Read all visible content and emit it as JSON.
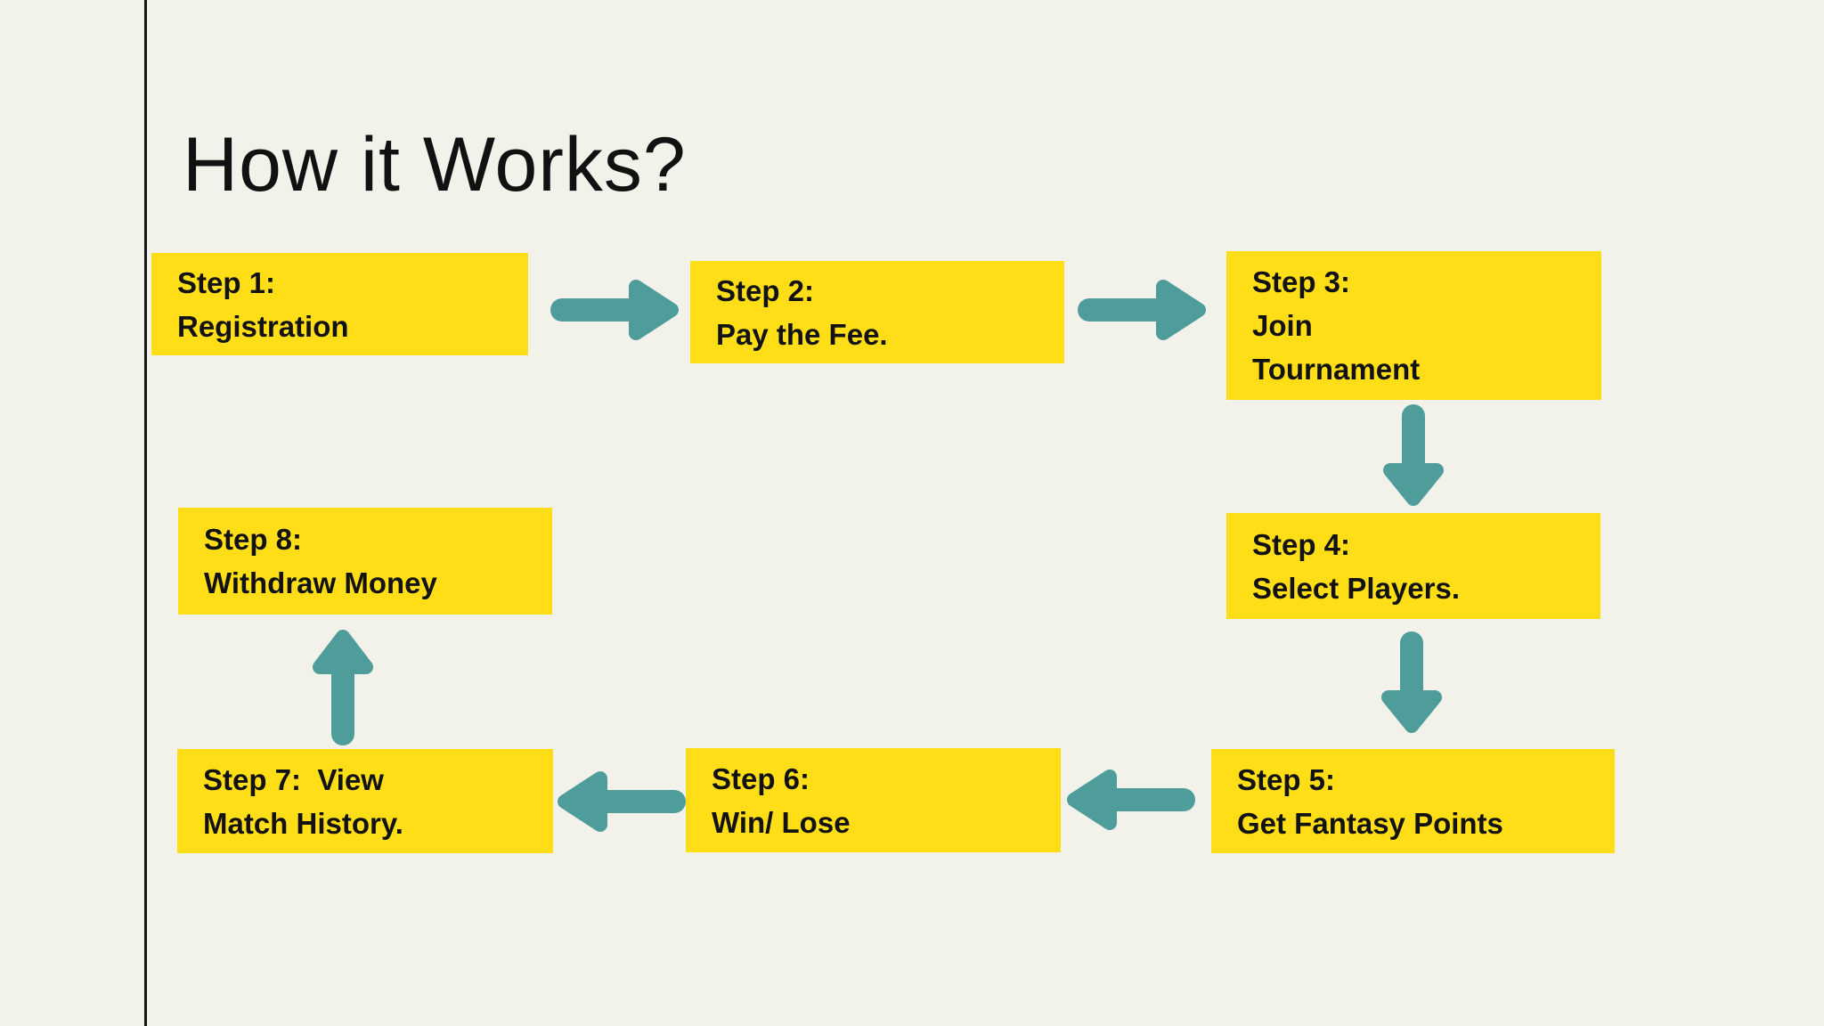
{
  "page": {
    "title": "How it Works?",
    "colors": {
      "background": "#F2F1EA",
      "box_yellow": "#FFDE17",
      "arrow_teal": "#4F9D9A",
      "text_black": "#121212"
    }
  },
  "steps": [
    {
      "id": 1,
      "lines": [
        "Step 1:",
        "Registration"
      ]
    },
    {
      "id": 2,
      "lines": [
        "Step 2:",
        "Pay the Fee."
      ]
    },
    {
      "id": 3,
      "lines": [
        "Step 3:",
        "Join",
        "Tournament"
      ]
    },
    {
      "id": 4,
      "lines": [
        "Step 4:",
        "Select Players."
      ]
    },
    {
      "id": 5,
      "lines": [
        "Step 5:",
        "Get Fantasy Points"
      ]
    },
    {
      "id": 6,
      "lines": [
        "Step 6:",
        "Win/ Lose"
      ]
    },
    {
      "id": 7,
      "lines": [
        "Step 7:  View",
        "Match History."
      ]
    },
    {
      "id": 8,
      "lines": [
        "Step 8:",
        "Withdraw Money"
      ]
    }
  ],
  "flow": [
    {
      "from": 1,
      "to": 2,
      "direction": "right"
    },
    {
      "from": 2,
      "to": 3,
      "direction": "right"
    },
    {
      "from": 3,
      "to": 4,
      "direction": "down"
    },
    {
      "from": 4,
      "to": 5,
      "direction": "down"
    },
    {
      "from": 5,
      "to": 6,
      "direction": "left"
    },
    {
      "from": 6,
      "to": 7,
      "direction": "left"
    },
    {
      "from": 7,
      "to": 8,
      "direction": "up"
    }
  ]
}
